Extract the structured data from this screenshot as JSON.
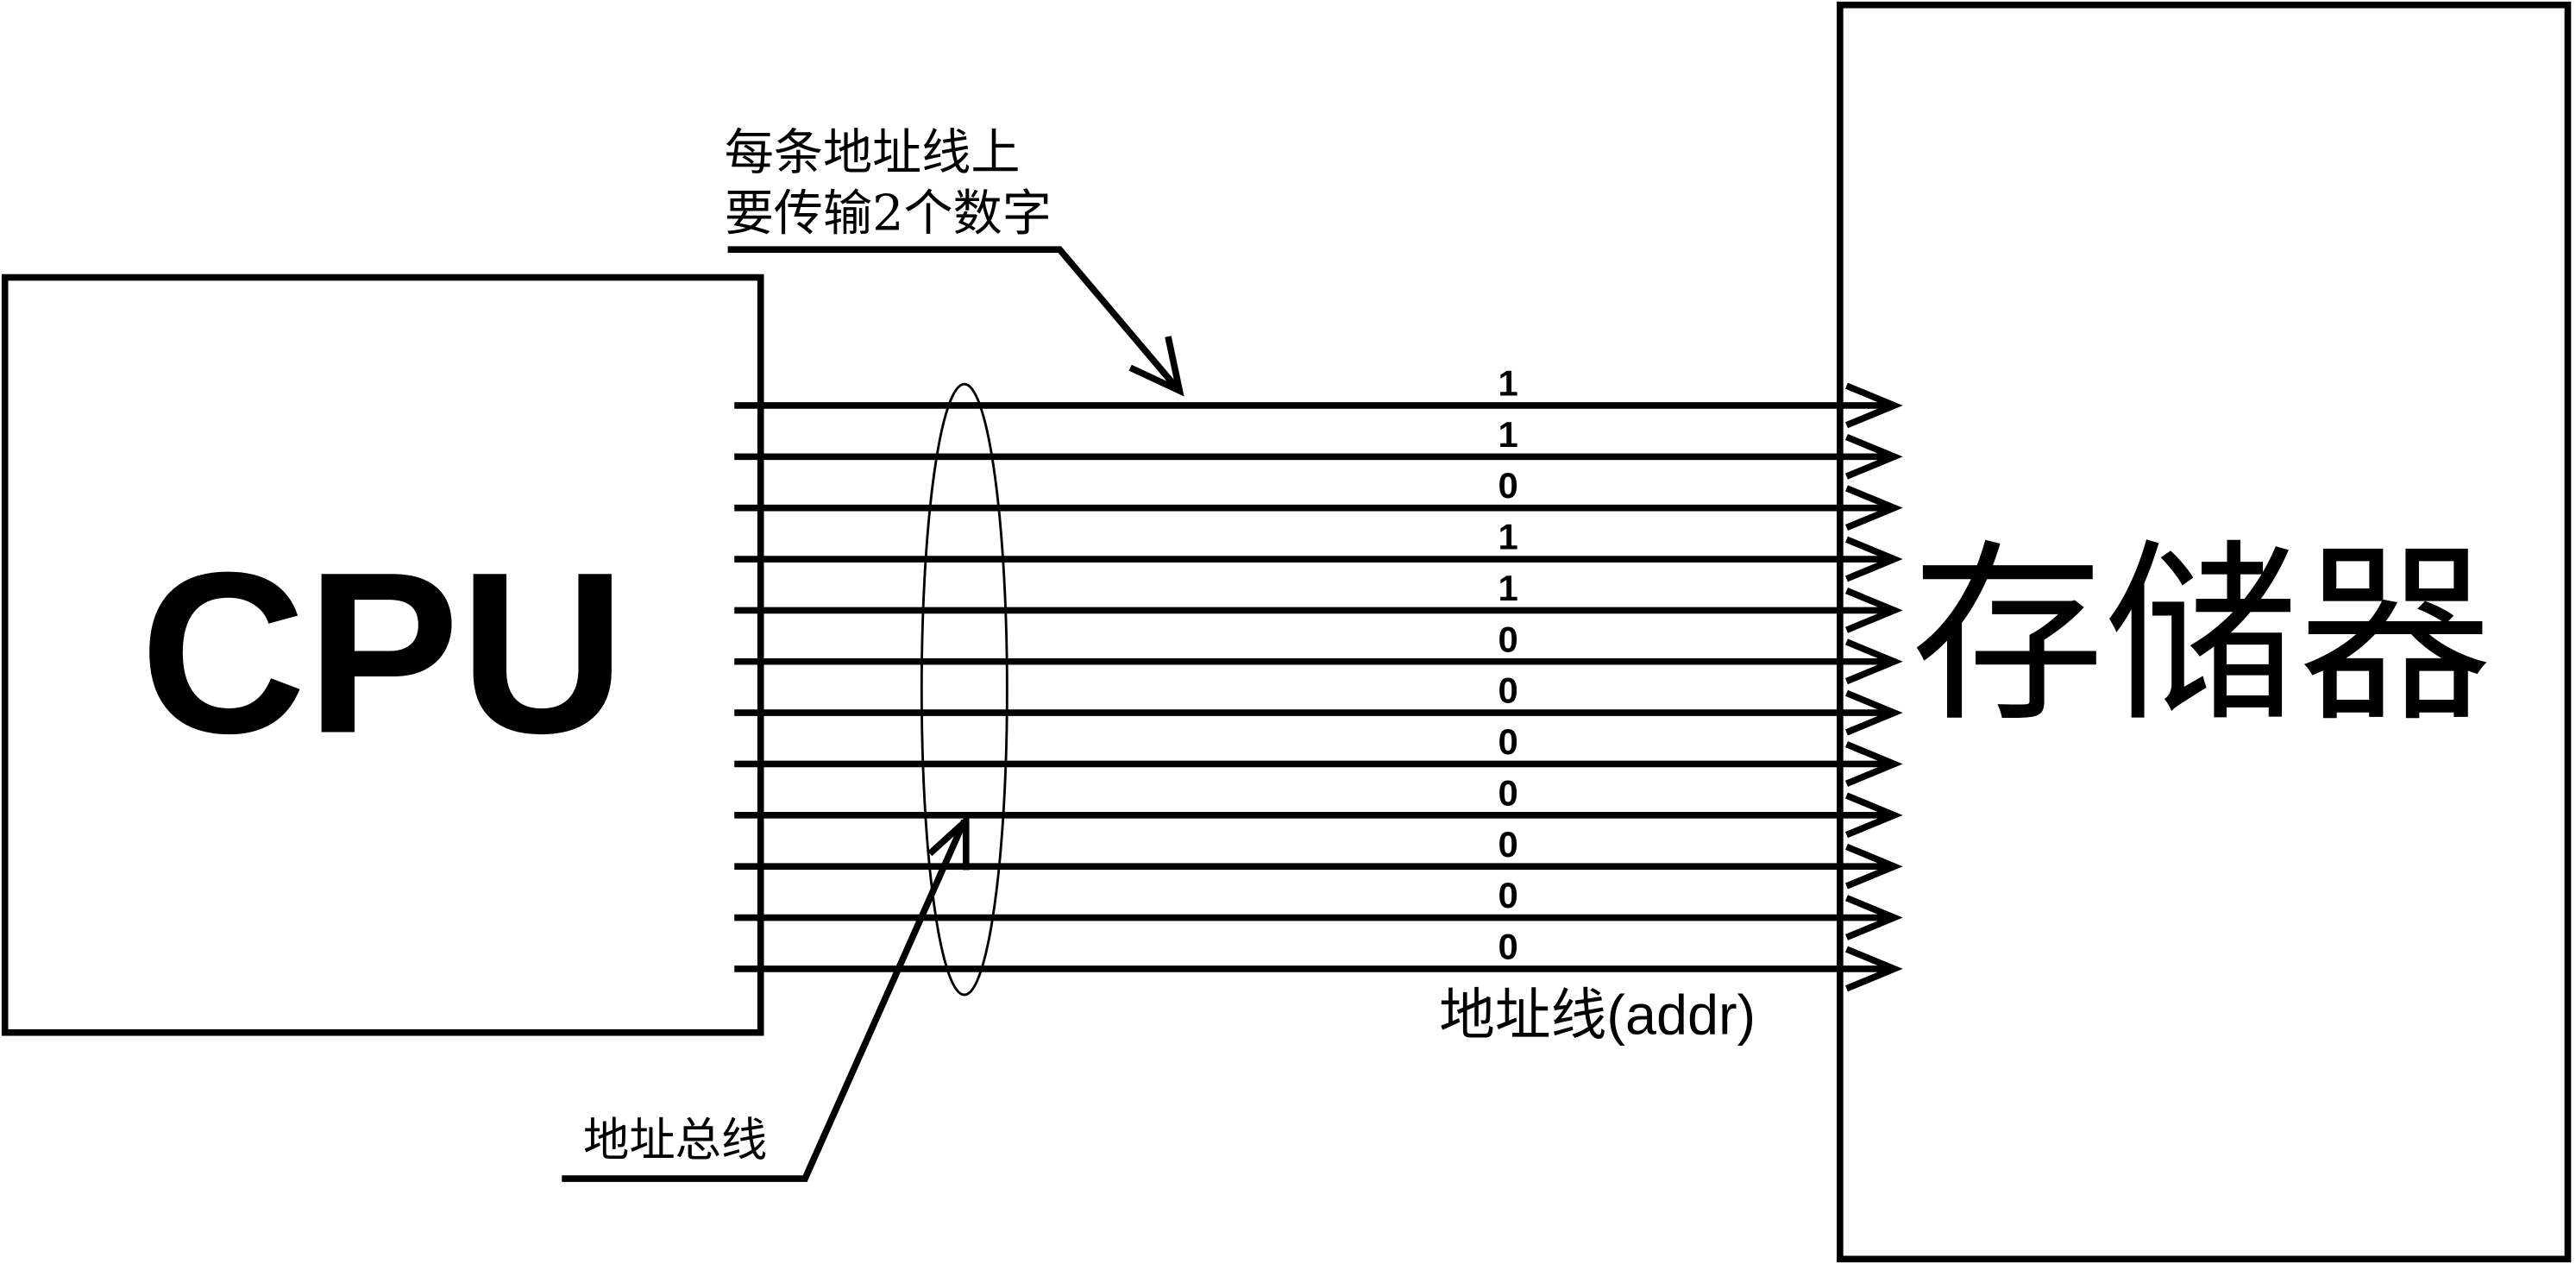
{
  "cpu": {
    "label": "CPU"
  },
  "memory": {
    "label": "存储器"
  },
  "annotation_top": {
    "line1": "每条地址线上",
    "line2": "要传输2个数字"
  },
  "annotation_bottom": {
    "label": "地址总线"
  },
  "address_line_label": "地址线(addr)",
  "bits": [
    "1",
    "1",
    "0",
    "1",
    "1",
    "0",
    "0",
    "0",
    "0",
    "0",
    "0",
    "0"
  ],
  "colors": {
    "stroke": "#000000",
    "background": "#ffffff"
  }
}
